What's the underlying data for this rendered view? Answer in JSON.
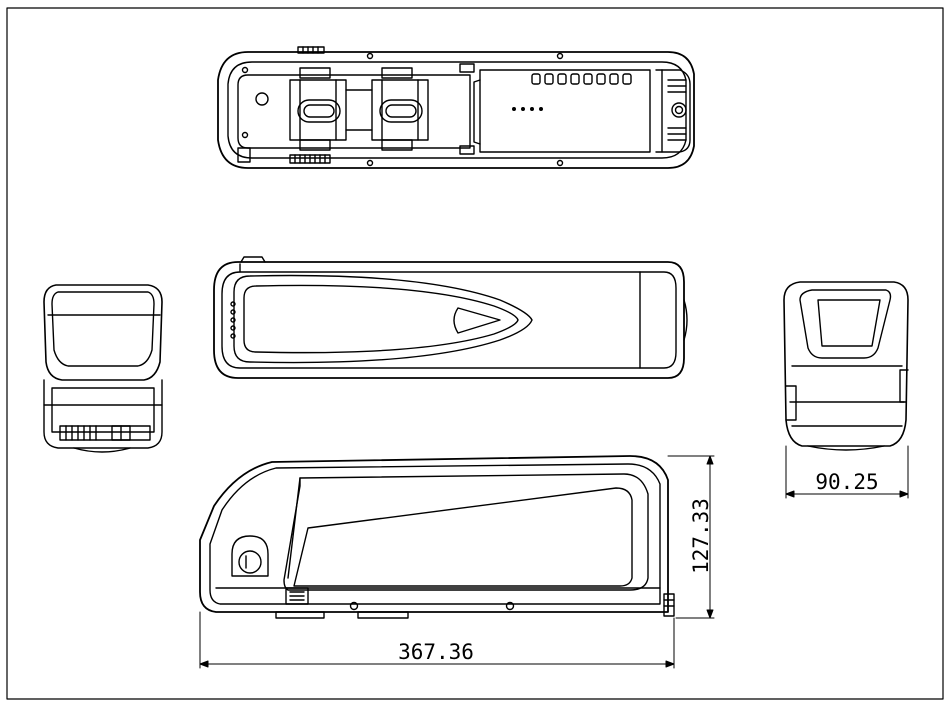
{
  "drawing": {
    "line_color": "#000000",
    "background": "#ffffff",
    "dimensions": {
      "length": "367.36",
      "height": "127.33",
      "width": "90.25"
    },
    "views": [
      "top",
      "front-left-end",
      "upper",
      "right-end",
      "side"
    ]
  }
}
